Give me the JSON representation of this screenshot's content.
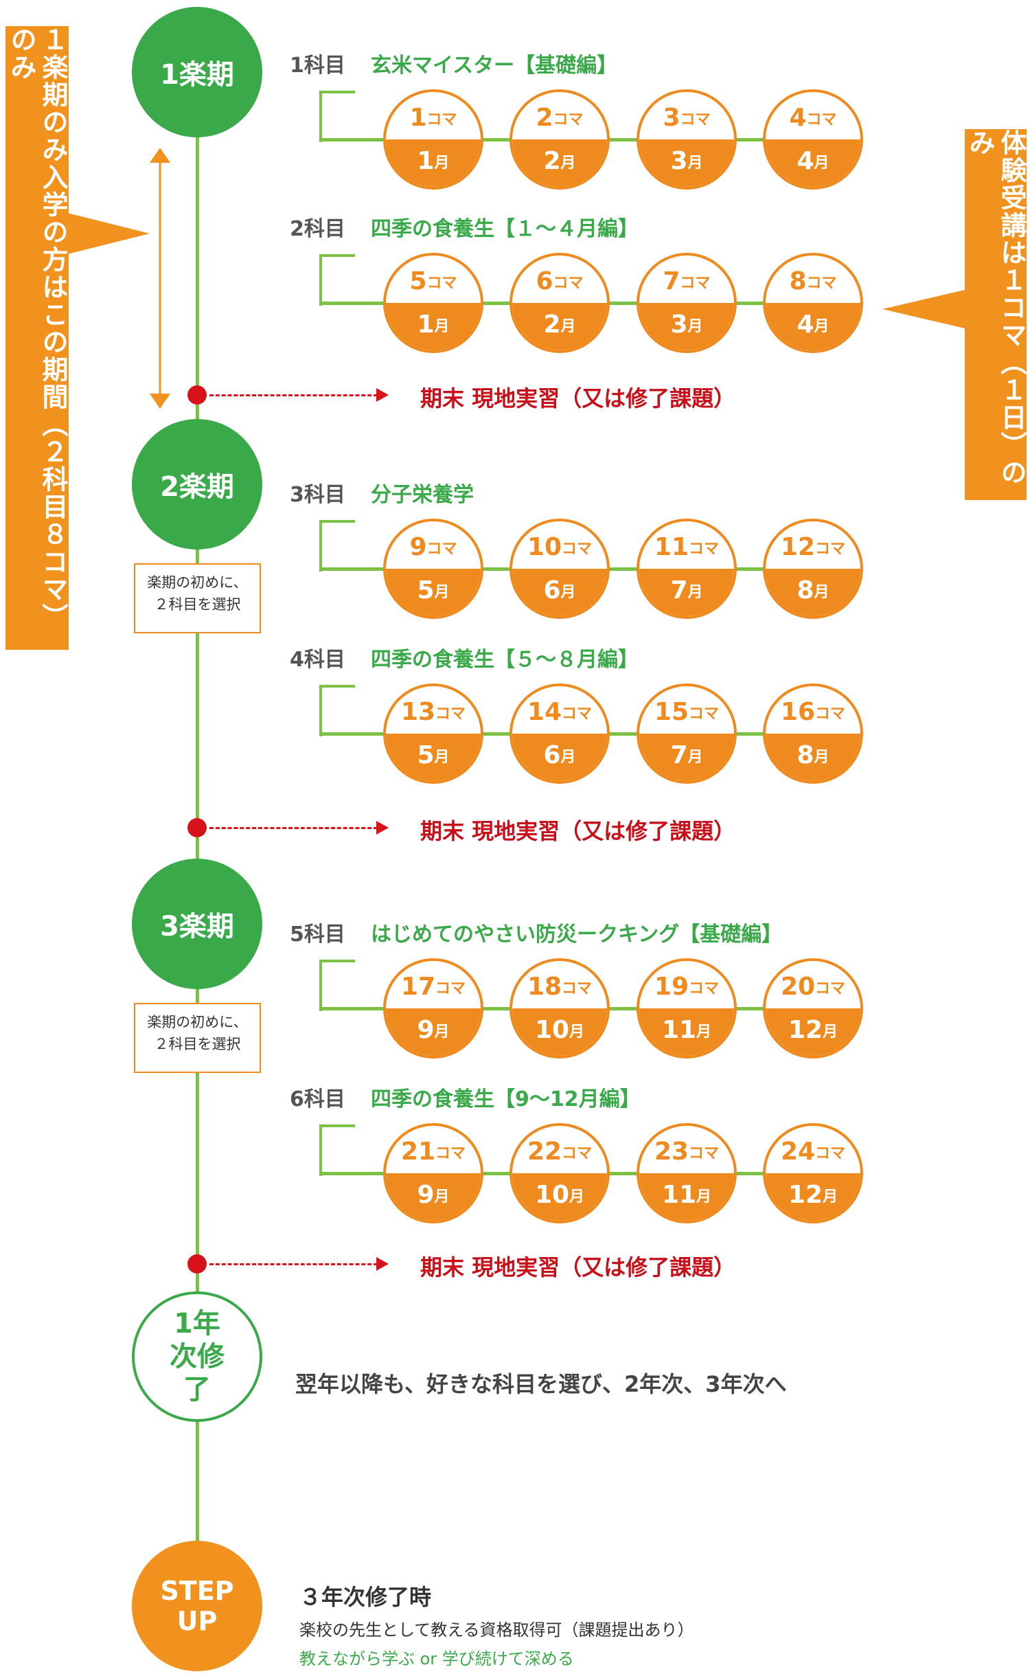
{
  "terms": [
    {
      "label": "1楽期",
      "subjects": [
        {
          "num": "1科目",
          "title": "玄米マイスター【基礎編】",
          "sessions": [
            {
              "koma": "1",
              "month": "1"
            },
            {
              "koma": "2",
              "month": "2"
            },
            {
              "koma": "3",
              "month": "3"
            },
            {
              "koma": "4",
              "month": "4"
            }
          ]
        },
        {
          "num": "2科目",
          "title": "四季の食養生【１～４月編】",
          "sessions": [
            {
              "koma": "5",
              "month": "1"
            },
            {
              "koma": "6",
              "month": "2"
            },
            {
              "koma": "7",
              "month": "3"
            },
            {
              "koma": "8",
              "month": "4"
            }
          ]
        }
      ]
    },
    {
      "label": "2楽期",
      "note": "楽期の初めに、\n２科目を選択",
      "subjects": [
        {
          "num": "3科目",
          "title": "分子栄養学",
          "sessions": [
            {
              "koma": "9",
              "month": "5"
            },
            {
              "koma": "10",
              "month": "6"
            },
            {
              "koma": "11",
              "month": "7"
            },
            {
              "koma": "12",
              "month": "8"
            }
          ]
        },
        {
          "num": "4科目",
          "title": "四季の食養生【５～８月編】",
          "sessions": [
            {
              "koma": "13",
              "month": "5"
            },
            {
              "koma": "14",
              "month": "6"
            },
            {
              "koma": "15",
              "month": "7"
            },
            {
              "koma": "16",
              "month": "8"
            }
          ]
        }
      ]
    },
    {
      "label": "3楽期",
      "note": "楽期の初めに、\n２科目を選択",
      "subjects": [
        {
          "num": "5科目",
          "title": "はじめてのやさい防災ークキング【基礎編】",
          "sessions": [
            {
              "koma": "17",
              "month": "9"
            },
            {
              "koma": "18",
              "month": "10"
            },
            {
              "koma": "19",
              "month": "11"
            },
            {
              "koma": "20",
              "month": "12"
            }
          ]
        },
        {
          "num": "6科目",
          "title": "四季の食養生【9～12月編】",
          "sessions": [
            {
              "koma": "21",
              "month": "9"
            },
            {
              "koma": "22",
              "month": "10"
            },
            {
              "koma": "23",
              "month": "11"
            },
            {
              "koma": "24",
              "month": "12"
            }
          ]
        }
      ]
    }
  ],
  "koma_suffix": "コマ",
  "month_suffix": "月",
  "term_end": "期末 現地実習（又は修了課題）",
  "completion": {
    "label": "1年次修了",
    "text": "翌年以降も、好きな科目を選び、2年次、3年次へ"
  },
  "stepup": {
    "label": "STEP UP",
    "title": "３年次修了時",
    "line1": "楽校の先生として教える資格取得可（課題提出あり）",
    "line2": "教えながら学ぶ or 学び続けて深める"
  },
  "left_banner": "１楽期のみ入学の方はこの期間（２科目８コマ）のみ",
  "right_banner": "体験受講は１コマ（１日）のみ",
  "colors": {
    "green": "#3aa949",
    "line": "#7cc143",
    "orange": "#ef8b1e",
    "red": "#d8121b"
  }
}
